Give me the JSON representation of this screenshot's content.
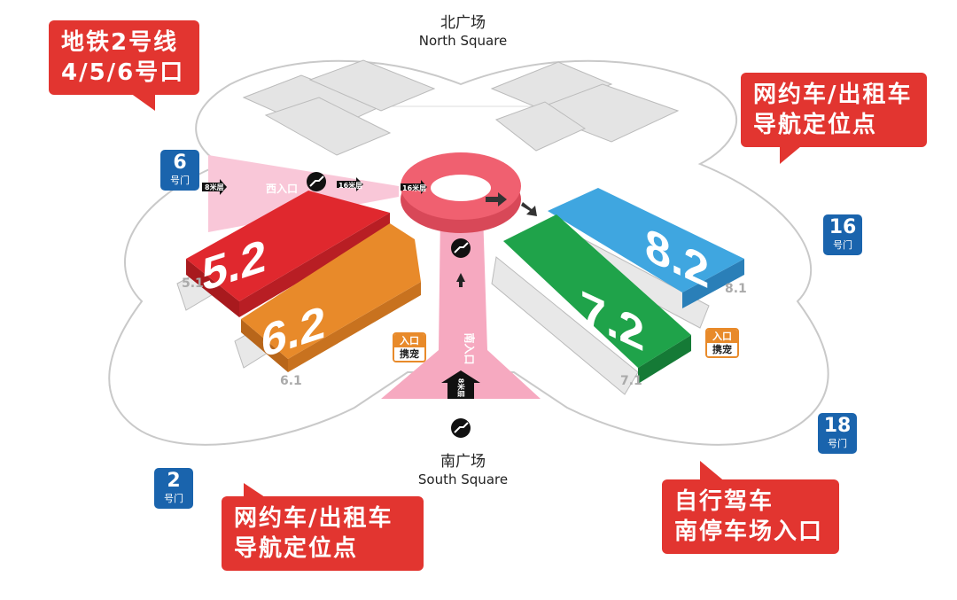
{
  "plazas": {
    "north": {
      "cn": "北广场",
      "en": "North Square"
    },
    "south": {
      "cn": "南广场",
      "en": "South Square"
    }
  },
  "callouts": {
    "metro": "地铁2号线\n4/5/6号口",
    "taxi_ne": "网约车/出租车\n导航定位点",
    "taxi_sw": "网约车/出租车\n导航定位点",
    "parking": "自行驾车\n南停车场入口"
  },
  "gates": [
    {
      "num": "6",
      "label": "号门"
    },
    {
      "num": "16",
      "label": "号门"
    },
    {
      "num": "2",
      "label": "号门"
    },
    {
      "num": "18",
      "label": "号门"
    }
  ],
  "halls": {
    "h52": "5.2",
    "h62": "6.2",
    "h72": "7.2",
    "h82": "8.2",
    "h51": "5.1",
    "h61": "6.1",
    "h71": "7.1",
    "h81": "8.1"
  },
  "hall_colors": {
    "h52": "#e0282e",
    "h62": "#e88a2a",
    "h72": "#1fa34a",
    "h82": "#3fa6e0",
    "ring": "#f06070",
    "entrance": "#f9c7d8"
  },
  "entrances": {
    "west": "西入口",
    "south": "南入口",
    "level8": "8米层",
    "level16": "16米层"
  },
  "pet_entry": {
    "a": "入口",
    "b": "携宠"
  },
  "icons": [
    "escalator-icon",
    "arrow-icon"
  ]
}
